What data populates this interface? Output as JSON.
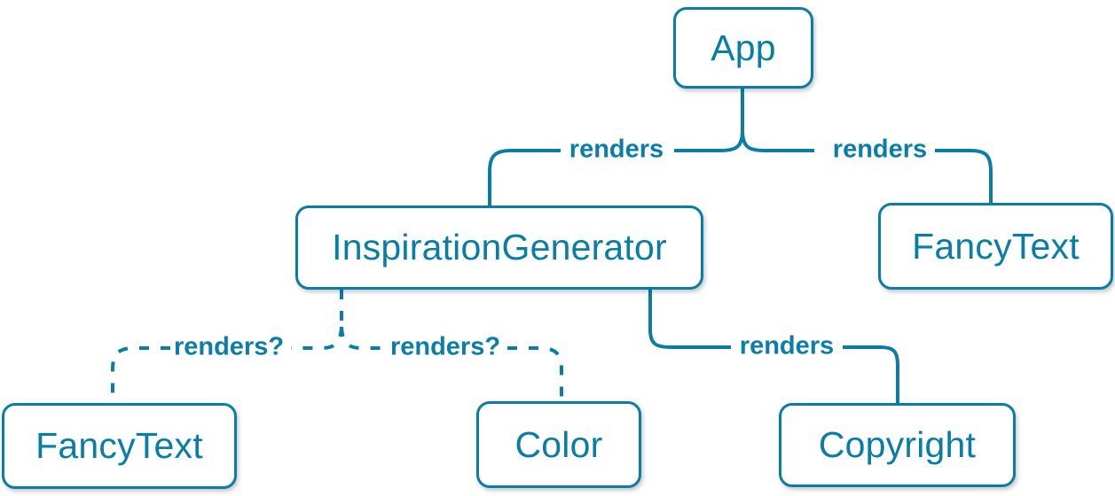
{
  "diagram": {
    "kind": "component-render-tree",
    "colors": {
      "accent": "#087ea4",
      "line": "#0a7da5",
      "node_background": "#ffffff"
    },
    "nodes": [
      {
        "id": "app",
        "label": "App"
      },
      {
        "id": "inspiration-generator",
        "label": "InspirationGenerator"
      },
      {
        "id": "fancy-text-top",
        "label": "FancyText"
      },
      {
        "id": "fancy-text-bottom",
        "label": "FancyText"
      },
      {
        "id": "color",
        "label": "Color"
      },
      {
        "id": "copyright",
        "label": "Copyright"
      }
    ],
    "edges": [
      {
        "from": "App",
        "to": "InspirationGenerator",
        "label": "renders",
        "style": "solid"
      },
      {
        "from": "App",
        "to": "FancyText",
        "label": "renders",
        "style": "solid"
      },
      {
        "from": "InspirationGenerator",
        "to": "FancyText",
        "label": "renders?",
        "style": "dashed"
      },
      {
        "from": "InspirationGenerator",
        "to": "Color",
        "label": "renders?",
        "style": "dashed"
      },
      {
        "from": "InspirationGenerator",
        "to": "Copyright",
        "label": "renders",
        "style": "solid"
      }
    ]
  }
}
